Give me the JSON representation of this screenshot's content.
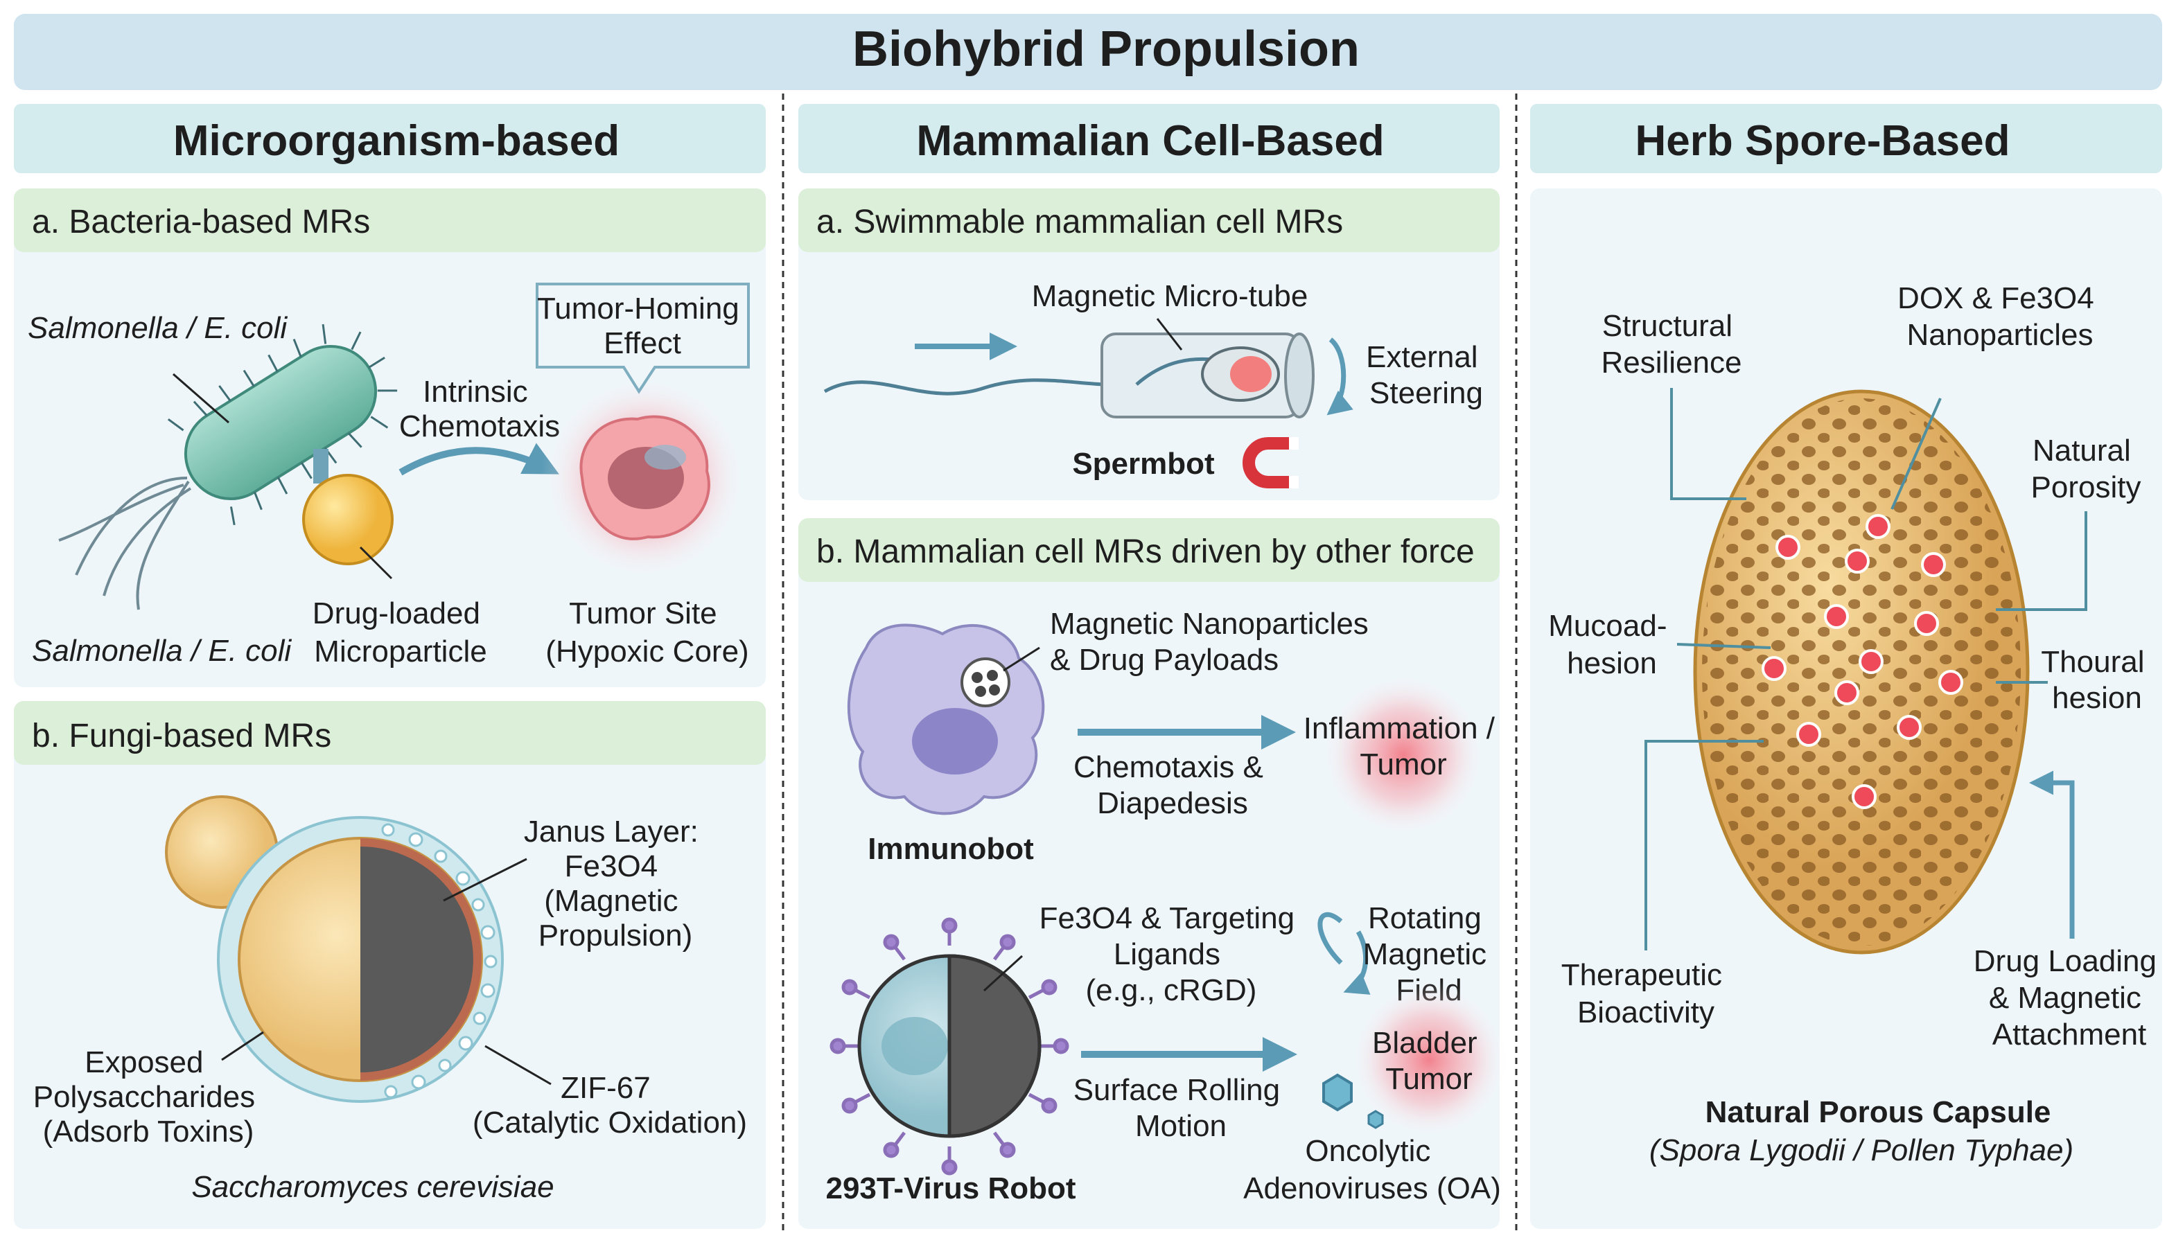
{
  "title": "Biohybrid Propulsion",
  "columns": [
    {
      "header": "Microorganism-based"
    },
    {
      "header": "Mammalian Cell-Based"
    },
    {
      "header": "Herb Spore-Based"
    }
  ],
  "micro": {
    "a": {
      "title": "a. Bacteria-based MRs",
      "species_top": "Salmonella / E. coli",
      "species_bottom": "Salmonella / E. coli",
      "callout": [
        "Tumor-Homing",
        "Effect"
      ],
      "chemotaxis": [
        "Intrinsic",
        "Chemotaxis"
      ],
      "particle": [
        "Drug-loaded",
        "Microparticle"
      ],
      "tumor": [
        "Tumor Site",
        "(Hypoxic Core)"
      ]
    },
    "b": {
      "title": "b. Fungi-based MRs",
      "janus": [
        "Janus Layer:",
        "Fe3O4",
        "(Magnetic",
        "Propulsion)"
      ],
      "poly": [
        "Exposed",
        "Polysaccharides",
        "(Adsorb Toxins)"
      ],
      "zif": [
        "ZIF-67",
        "(Catalytic Oxidation)"
      ],
      "species": "Saccharomyces cerevisiae"
    }
  },
  "mammal": {
    "a": {
      "title": "a. Swimmable mammalian cell MRs",
      "tube": "Magnetic Micro-tube",
      "steer": [
        "External",
        "Steering"
      ],
      "name": "Spermbot"
    },
    "b": {
      "title": "b. Mammalian cell MRs driven by other force",
      "payload": [
        "Magnetic Nanoparticles",
        "& Drug Payloads"
      ],
      "inflam": [
        "Inflammation /",
        "Tumor"
      ],
      "chemo": [
        "Chemotaxis &",
        "Diapedesis"
      ],
      "immuno": "Immunobot",
      "ligands": [
        "Fe3O4 & Targeting",
        "Ligands",
        "(e.g., cRGD)"
      ],
      "rotating": [
        "Rotating",
        "Magnetic",
        "Field"
      ],
      "bladder": [
        "Bladder",
        "Tumor"
      ],
      "rolling": [
        "Surface Rolling",
        "Motion"
      ],
      "oa": [
        "Oncolytic",
        "Adenoviruses (OA)"
      ],
      "robot": "293T-Virus Robot"
    }
  },
  "herb": {
    "dox": [
      "DOX & Fe3O4",
      "Nanoparticles"
    ],
    "structural": [
      "Structural",
      "Resilience"
    ],
    "porosity": [
      "Natural",
      "Porosity"
    ],
    "mucoad": [
      "Mucoad-",
      "hesion"
    ],
    "thoural": [
      "Thoural",
      "hesion"
    ],
    "therapeutic": [
      "Therapeutic",
      "Bioactivity"
    ],
    "drug": [
      "Drug Loading",
      "& Magnetic",
      "Attachment"
    ],
    "capsule": "Natural Porous Capsule",
    "capsule_sub": "(Spora Lygodii / Pollen Typhae)"
  },
  "colors": {
    "title_bar": "#cfe4ee",
    "column_header": "#d5ecef",
    "subpanel_header": "#dcefd8",
    "panel_bg": "#eef6fa",
    "arrow": "#5b9bb6",
    "bacteria": "#7ec4b3",
    "drug_particle": "#f2c24c",
    "tumor": "#e9808b",
    "spore": "#e6b86a"
  }
}
